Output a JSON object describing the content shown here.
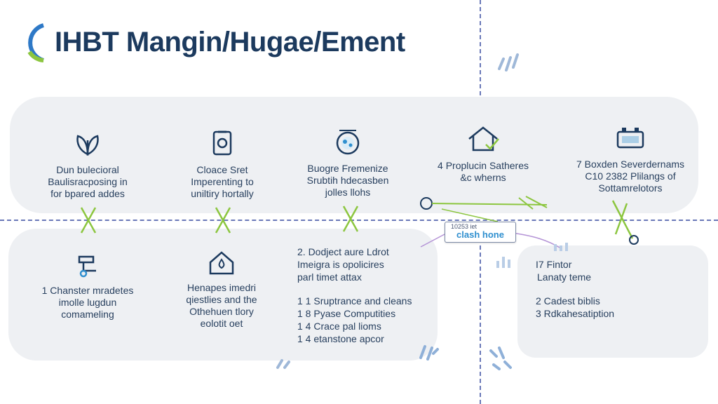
{
  "title": "IHBT Mangin/Hugae/Ement",
  "callout": {
    "small": "10253 iet",
    "label": "clash hone"
  },
  "top_row": [
    {
      "icon": "plant-icon",
      "lines": [
        "Dun bulecioral",
        "Baulisracposing in",
        "for bpared addes"
      ]
    },
    {
      "icon": "gauge-icon",
      "lines": [
        "Cloace Sret",
        "Imperenting to",
        "uniltiry hortally"
      ]
    },
    {
      "icon": "globe-icon",
      "lines": [
        "Buogre Fremenize",
        "Srubtih hdecasben",
        "jolles llohs"
      ]
    },
    {
      "icon": "house-check-icon",
      "lines": [
        "4  Proplucin Satheres",
        "&c wherns"
      ]
    },
    {
      "icon": "battery-icon",
      "lines": [
        "7  Boxden Severdernams",
        "C10  2382 Plilangs of",
        "Sottamrelotors"
      ]
    }
  ],
  "bottom_row": [
    {
      "icon": "pipe-icon",
      "lines": [
        "1  Chanster mradetes",
        "imolle lugdun",
        "comameling"
      ]
    },
    {
      "icon": "house-drop-icon",
      "lines": [
        "Henapes imedri",
        "qiestlies and the",
        "Othehuen tlory",
        "eolotit oet"
      ]
    }
  ],
  "center_list": {
    "lead": [
      "2.  Dodject aure Ldrot",
      "Imeigra is opolicires",
      "parl timet attax"
    ],
    "items": [
      "1 1  Sruptrance and cleans",
      "1 8  Pyase Computities",
      "1 4  Crace pal lioms",
      "1 4  etanstone apcor"
    ]
  },
  "right_list": {
    "lead": [
      "I7  Fintor",
      "Lanaty teme"
    ],
    "items": [
      "2  Cadest biblis",
      "3  Rdkahesatiption"
    ]
  },
  "colors": {
    "accent_green": "#7ab83a",
    "accent_blue": "#2f8fcf",
    "navy": "#1c3a5e"
  }
}
